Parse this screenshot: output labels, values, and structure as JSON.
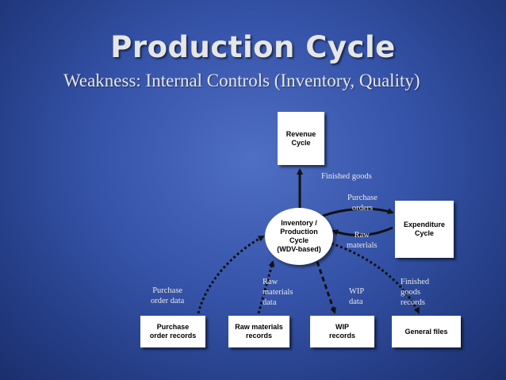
{
  "slide": {
    "title": "Production Cycle",
    "subtitle": "Weakness: Internal Controls (Inventory, Quality)"
  },
  "nodes": {
    "revenue": "Revenue\nCycle",
    "expenditure": "Expenditure\nCycle",
    "center": "Inventory /\nProduction\nCycle\n(WDV-based)",
    "purchase_records": "Purchase\norder records",
    "raw_materials_records": "Raw materials\nrecords",
    "wip_records": "WIP\nrecords",
    "general_files": "General files"
  },
  "flows": {
    "finished_goods": "Finished goods",
    "purchase_orders": "Purchase\norders",
    "raw_materials": "Raw\nmaterials",
    "purchase_order_data": "Purchase\norder data",
    "raw_materials_data": "Raw\nmaterials\ndata",
    "wip_data": "WIP\ndata",
    "finished_goods_records": "Finished\ngoods\nrecords"
  },
  "colors": {
    "background": "#3553a8",
    "arrow": "#111111",
    "text": "#e8e8e8"
  }
}
